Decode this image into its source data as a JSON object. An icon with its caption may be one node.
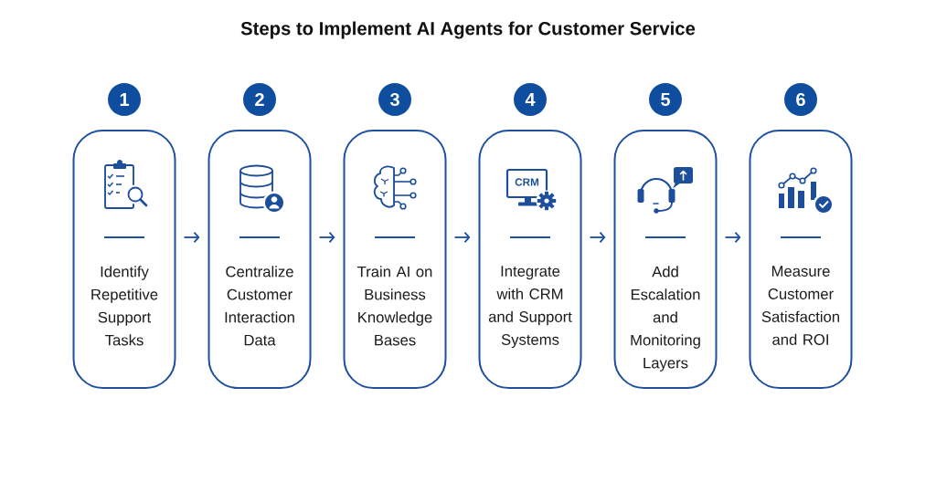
{
  "diagram": {
    "title": "Steps to Implement AI Agents for Customer Service",
    "nodes": [
      {
        "text": [
          "1"
        ]
      },
      {
        "text": [
          "2"
        ]
      },
      {
        "text": [
          "3"
        ]
      },
      {
        "text": [
          "4"
        ]
      },
      {
        "text": [
          "5"
        ]
      },
      {
        "text": [
          "6"
        ]
      },
      {
        "text": [
          "Identify Repetitive Support Tasks"
        ]
      },
      {
        "text": [
          "Centralize Customer Interaction Data"
        ]
      },
      {
        "text": [
          "Train AI on Business Knowledge Bases"
        ]
      },
      {
        "text": [
          "Integrate with CRM and Support Systems"
        ]
      },
      {
        "text": [
          "Add Escalation and Monitoring Layers"
        ]
      },
      {
        "text": [
          "Measure Customer Satisfaction and ROI"
        ]
      }
    ],
    "edges": [
      {
        "from": 6,
        "to": 7,
        "arrow": "to"
      },
      {
        "from": 7,
        "to": 8,
        "arrow": "to"
      },
      {
        "from": 8,
        "to": 9,
        "arrow": "to"
      },
      {
        "from": 9,
        "to": 10,
        "arrow": "to"
      },
      {
        "from": 10,
        "to": 11,
        "arrow": "to"
      }
    ],
    "labels": [
      "CRM"
    ]
  }
}
